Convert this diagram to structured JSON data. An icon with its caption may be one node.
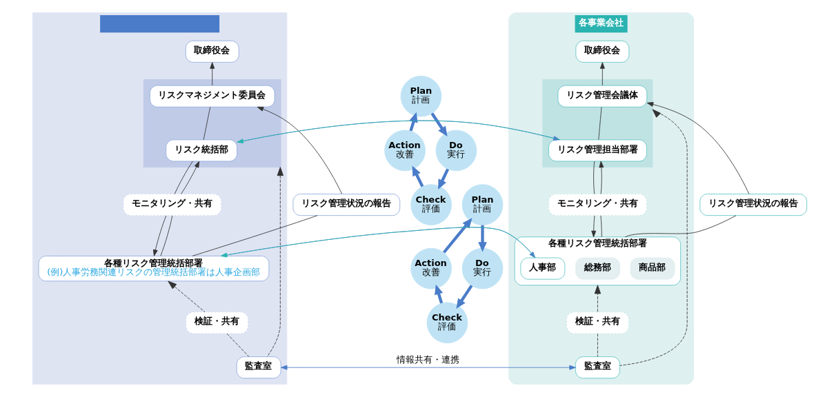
{
  "diagram": {
    "nodes": [
      {
        "text": [],
        "shape": "box"
      },
      {
        "text": [
          "取締役会"
        ],
        "in": 0
      },
      {
        "text": [],
        "shape": "box",
        "in": 0
      },
      {
        "text": [
          "リスクマネジメント委員会"
        ],
        "in": 2
      },
      {
        "text": [
          "リスク統括部"
        ],
        "in": 2
      },
      {
        "text": [
          "モニタリング・共有"
        ],
        "in": 0
      },
      {
        "text": [
          "リスク管理状況の報告"
        ]
      },
      {
        "text": [
          "各種リスク管理統括部署",
          "(例)人事労務関連リスクの管理統括部署は人事企画部"
        ],
        "in": 0
      },
      {
        "text": [
          "検証・共有"
        ],
        "in": 0
      },
      {
        "text": [
          "監査室"
        ],
        "in": 0
      },
      {
        "text": [
          "各事業会社"
        ]
      },
      {
        "text": [
          "取締役会"
        ],
        "in": 10
      },
      {
        "text": [],
        "shape": "box",
        "in": 10
      },
      {
        "text": [
          "リスク管理会議体"
        ],
        "in": 12
      },
      {
        "text": [
          "リスク管理担当部署"
        ],
        "in": 12
      },
      {
        "text": [
          "モニタリング・共有"
        ],
        "in": 10
      },
      {
        "text": [
          "リスク管理状況の報告"
        ]
      },
      {
        "text": [
          "各種リスク管理統括部署"
        ],
        "in": 10
      },
      {
        "text": [
          "人事部"
        ],
        "in": 17
      },
      {
        "text": [
          "総務部"
        ],
        "in": 17
      },
      {
        "text": [
          "商品部"
        ],
        "in": 17
      },
      {
        "text": [
          "検証・共有"
        ],
        "in": 10
      },
      {
        "text": [
          "監査室"
        ],
        "in": 10
      },
      {
        "text": [
          "Plan",
          "計画"
        ]
      },
      {
        "text": [
          "Do",
          "実行"
        ]
      },
      {
        "text": [
          "Check",
          "評価"
        ]
      },
      {
        "text": [
          "Action",
          "改善"
        ]
      },
      {
        "text": [
          "Plan",
          "計画"
        ]
      },
      {
        "text": [
          "Do",
          "実行"
        ]
      },
      {
        "text": [
          "Check",
          "評価"
        ]
      },
      {
        "text": [
          "Action",
          "改善"
        ]
      }
    ],
    "edges": [
      {
        "from": 3,
        "to": 1,
        "arrow": "to"
      },
      {
        "from": 4,
        "to": 3,
        "arrow": "none"
      },
      {
        "from": 4,
        "to": 5,
        "arrow": "none"
      },
      {
        "from": 5,
        "to": 7,
        "arrow": "to"
      },
      {
        "from": 7,
        "to": 5,
        "arrow": "none"
      },
      {
        "from": 5,
        "to": 4,
        "arrow": "to"
      },
      {
        "from": 7,
        "to": 6,
        "arrow": "none"
      },
      {
        "from": 6,
        "to": 3,
        "arrow": "to"
      },
      {
        "from": 9,
        "to": 8,
        "arrow": "none",
        "style": "dashed"
      },
      {
        "from": 8,
        "to": 7,
        "arrow": "to",
        "style": "dashed"
      },
      {
        "from": 9,
        "to": 2,
        "arrow": "to",
        "style": "dashed"
      },
      {
        "from": 13,
        "to": 11,
        "arrow": "to"
      },
      {
        "from": 14,
        "to": 13,
        "arrow": "none"
      },
      {
        "from": 14,
        "to": 15,
        "arrow": "none"
      },
      {
        "from": 15,
        "to": 17,
        "arrow": "to"
      },
      {
        "from": 17,
        "to": 15,
        "arrow": "none"
      },
      {
        "from": 15,
        "to": 14,
        "arrow": "to"
      },
      {
        "from": 17,
        "to": 16,
        "arrow": "none"
      },
      {
        "from": 16,
        "to": 13,
        "arrow": "to"
      },
      {
        "from": 22,
        "to": 21,
        "arrow": "none",
        "style": "dashed"
      },
      {
        "from": 21,
        "to": 17,
        "arrow": "to",
        "style": "dashed"
      },
      {
        "from": 22,
        "to": 12,
        "arrow": "to",
        "style": "dashed"
      },
      {
        "from": 4,
        "to": 14,
        "arrow": "to",
        "color": "#4a7cc9"
      },
      {
        "from": 14,
        "to": 4,
        "arrow": "to",
        "color": "#2ab3b0"
      },
      {
        "from": 7,
        "to": 18,
        "arrow": "to",
        "color": "#4a7cc9"
      },
      {
        "from": 18,
        "to": 7,
        "arrow": "to",
        "color": "#2ab3b0"
      },
      {
        "from": 9,
        "to": 22,
        "arrow": "both",
        "color": "#4a7cc9",
        "label": "情報共有・連携"
      },
      {
        "from": 23,
        "to": 24,
        "arrow": "to",
        "style": "thick",
        "color": "#4a7cc9"
      },
      {
        "from": 24,
        "to": 25,
        "arrow": "to",
        "style": "thick",
        "color": "#4a7cc9"
      },
      {
        "from": 25,
        "to": 26,
        "arrow": "to",
        "style": "thick",
        "color": "#4a7cc9"
      },
      {
        "from": 26,
        "to": 23,
        "arrow": "to",
        "style": "thick",
        "color": "#4a7cc9"
      },
      {
        "from": 27,
        "to": 28,
        "arrow": "to",
        "style": "thick",
        "color": "#4a7cc9"
      },
      {
        "from": 28,
        "to": 29,
        "arrow": "to",
        "style": "thick",
        "color": "#4a7cc9"
      },
      {
        "from": 29,
        "to": 30,
        "arrow": "to",
        "style": "thick",
        "color": "#4a7cc9"
      },
      {
        "from": 30,
        "to": 27,
        "arrow": "to",
        "style": "thick",
        "color": "#4a7cc9"
      }
    ]
  }
}
